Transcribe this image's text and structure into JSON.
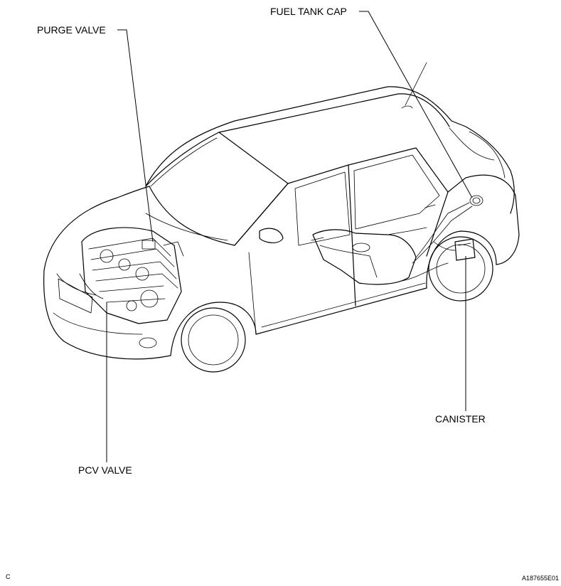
{
  "labels": {
    "purge_valve": "PURGE VALVE",
    "fuel_tank_cap": "FUEL TANK CAP",
    "canister": "CANISTER",
    "pcv_valve": "PCV VALVE"
  },
  "corner": {
    "section": "C",
    "figure_id": "A187655E01"
  }
}
